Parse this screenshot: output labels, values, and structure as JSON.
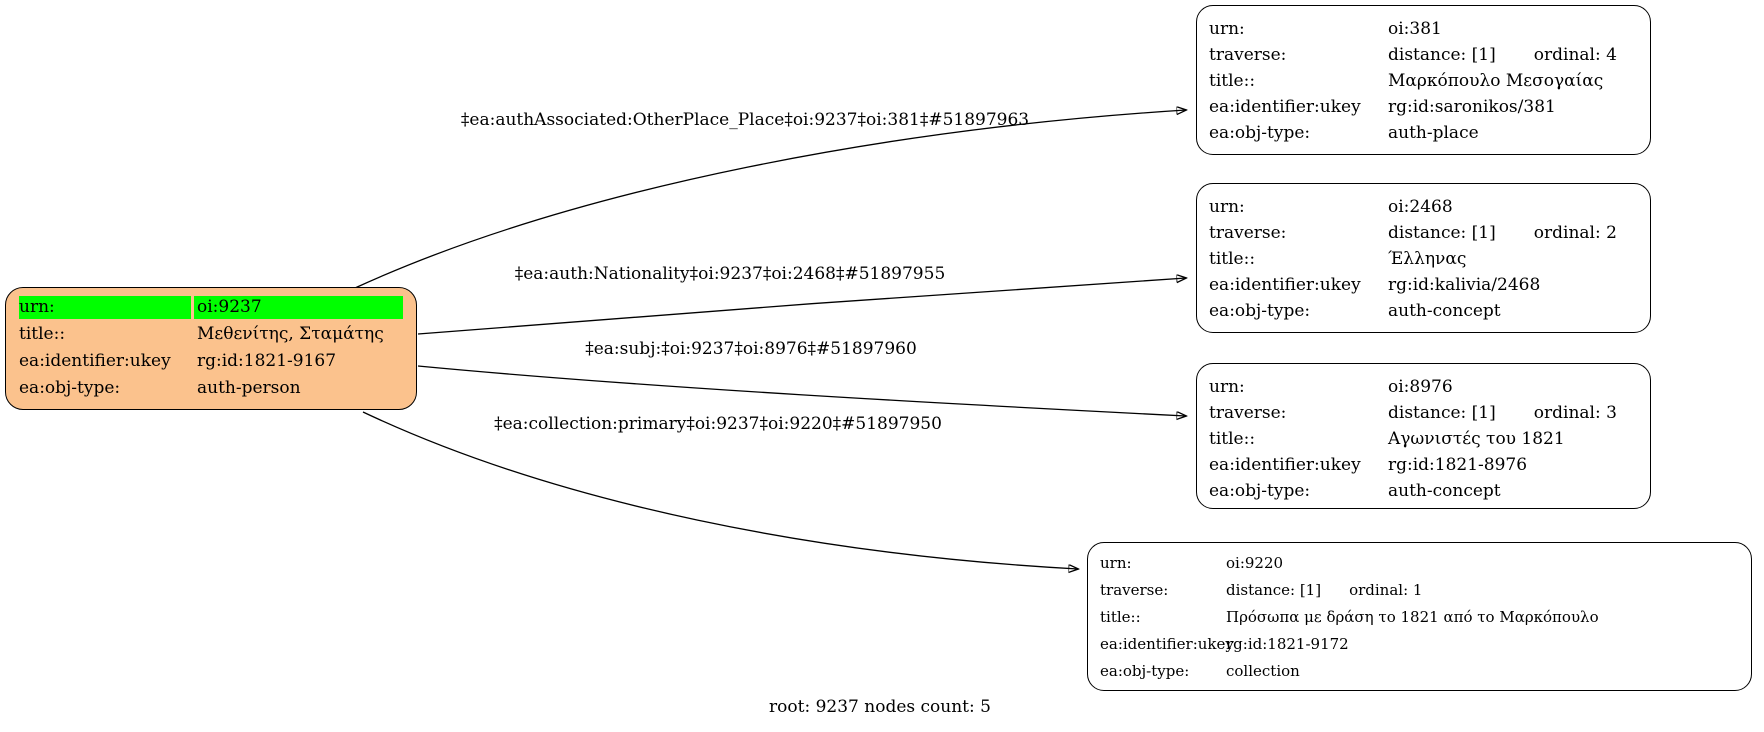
{
  "diagram": {
    "caption": "root: 9237 nodes count: 5"
  },
  "colors": {
    "root_fill": "#fbc28d",
    "highlight": "#00ff00",
    "node_fill": "#ffffff",
    "line": "#000000"
  },
  "field_labels": {
    "urn": "urn:",
    "traverse": "traverse:",
    "title": "title::",
    "identifier": "ea:identifier:ukey",
    "objtype": "ea:obj-type:"
  },
  "root_node": {
    "urn_value": "oi:9237",
    "title_value": "Μεθενίτης, Σταμάτης",
    "identifier_value": "rg:id:1821-9167",
    "objtype_value": "auth-person"
  },
  "nodes": [
    {
      "urn": "oi:381",
      "distance": "distance: [1]",
      "ordinal": "ordinal: 4",
      "title": "Μαρκόπουλο Μεσογαίας",
      "identifier": "rg:id:saronikos/381",
      "objtype": "auth-place"
    },
    {
      "urn": "oi:2468",
      "distance": "distance: [1]",
      "ordinal": "ordinal: 2",
      "title": "Έλληνας",
      "identifier": "rg:id:kalivia/2468",
      "objtype": "auth-concept"
    },
    {
      "urn": "oi:8976",
      "distance": "distance: [1]",
      "ordinal": "ordinal: 3",
      "title": "Αγωνιστές του 1821",
      "identifier": "rg:id:1821-8976",
      "objtype": "auth-concept"
    },
    {
      "urn": "oi:9220",
      "distance": "distance: [1]",
      "ordinal": "ordinal: 1",
      "title": "Πρόσωπα με δράση το 1821 από το Μαρκόπουλο",
      "identifier": "rg:id:1821-9172",
      "objtype": "collection"
    }
  ],
  "edges": [
    {
      "label": "‡ea:authAssociated:OtherPlace_Place‡oi:9237‡oi:381‡#51897963"
    },
    {
      "label": "‡ea:auth:Nationality‡oi:9237‡oi:2468‡#51897955"
    },
    {
      "label": "‡ea:subj:‡oi:9237‡oi:8976‡#51897960"
    },
    {
      "label": "‡ea:collection:primary‡oi:9237‡oi:9220‡#51897950"
    }
  ]
}
